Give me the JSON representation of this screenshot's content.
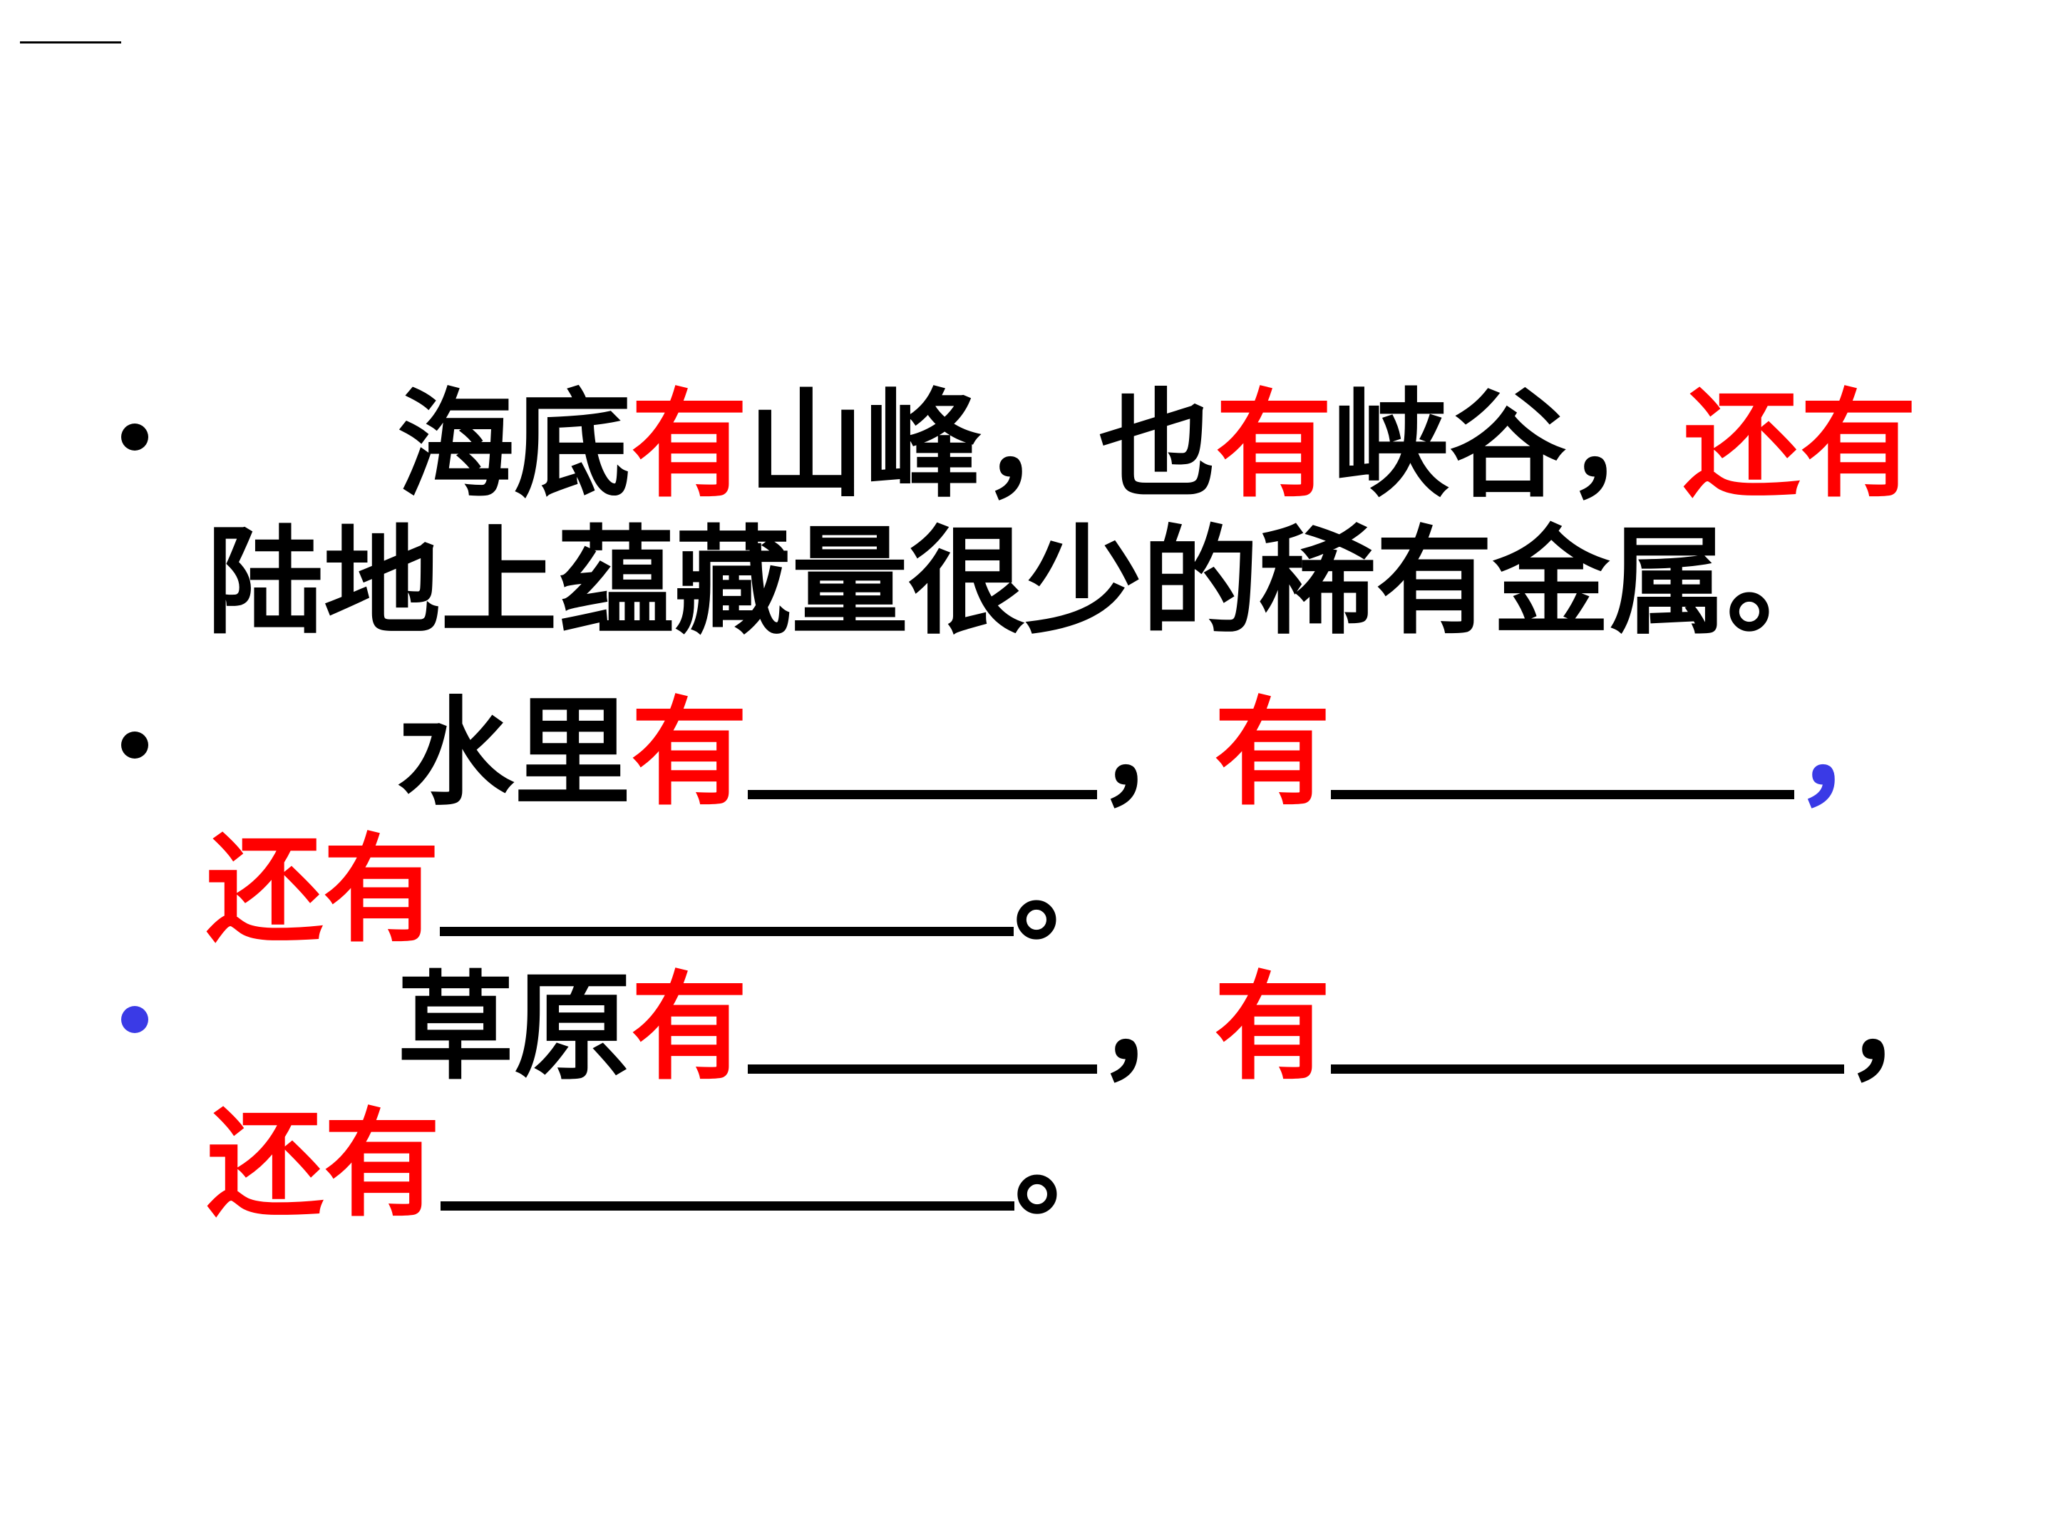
{
  "slide": {
    "items": [
      {
        "bullet_color": "#000000",
        "line1": [
          {
            "text": "海底",
            "color": "black"
          },
          {
            "text": "有",
            "color": "red"
          },
          {
            "text": "山峰，也",
            "color": "black"
          },
          {
            "text": "有",
            "color": "red"
          },
          {
            "text": "峡谷，",
            "color": "black"
          },
          {
            "text": "还有",
            "color": "red"
          }
        ],
        "line2": "陆地上蕴藏量很少的稀有金属。"
      },
      {
        "bullet_color": "#000000",
        "seg_a": "水里",
        "you_1": "有",
        "comma_1": "，",
        "you_2": "有",
        "comma_2": "，",
        "hai_you": "还有",
        "period": "。"
      },
      {
        "bullet_color": "#3a3ae6",
        "seg_a": "草原",
        "you_1": "有",
        "comma_1": "，",
        "you_2": "有",
        "comma_2": "，",
        "hai_you": "还有",
        "period": "。"
      }
    ]
  },
  "colors": {
    "text": "#000000",
    "highlight": "#ff0000",
    "accent_blue": "#3a3ae6",
    "background": "#ffffff"
  }
}
